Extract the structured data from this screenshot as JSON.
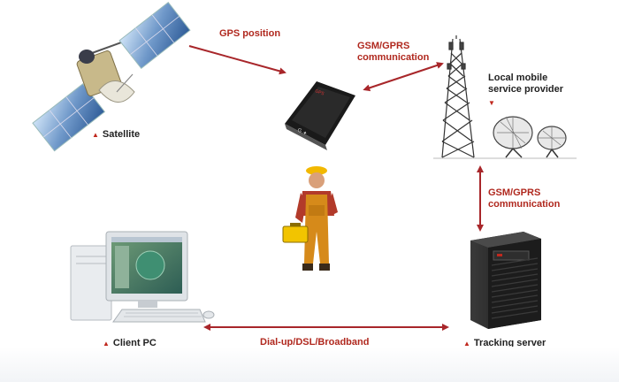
{
  "labels": {
    "satellite": "Satellite",
    "gps_position": "GPS position",
    "gsm_gprs_top_line1": "GSM/GPRS",
    "gsm_gprs_top_line2": "communication",
    "provider_line1": "Local mobile",
    "provider_line2": "service provider",
    "gsm_gprs_right_line1": "GSM/GPRS",
    "gsm_gprs_right_line2": "communication",
    "client_pc": "Client PC",
    "dialup": "Dial-up/DSL/Broadband",
    "tracking_server": "Tracking server"
  },
  "colors": {
    "arrow": "#a8262a",
    "label_red": "#b0281e",
    "label_dark": "#222222"
  }
}
